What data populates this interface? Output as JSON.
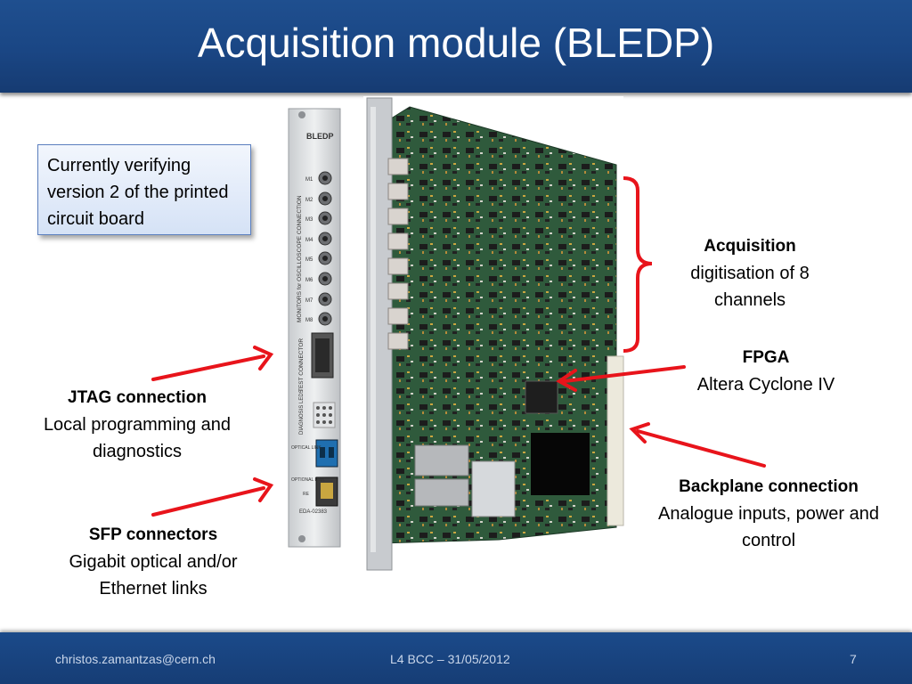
{
  "slide": {
    "title": "Acquisition module (BLEDP)"
  },
  "callout": {
    "text": "Currently verifying version 2 of the printed circuit board"
  },
  "front_panel": {
    "name": "BLEDP",
    "monitor_label": "MONITORS for OSCILLOSCOPE CONNECTION",
    "ports": [
      "M1",
      "M2",
      "M3",
      "M4",
      "M5",
      "M6",
      "M7",
      "M8"
    ],
    "test_label": "TEST CONNECTOR",
    "diag_label": "DIAGNOSIS LEDS",
    "optical_label": "OPTICAL LINK",
    "optional_label": "OPTIONAL LINK",
    "rev_label": "RE",
    "serial": "EDA-02383"
  },
  "annotations": {
    "acquisition": {
      "head": "Acquisition",
      "body": "digitisation of 8 channels"
    },
    "fpga": {
      "head": "FPGA",
      "body": "Altera Cyclone IV"
    },
    "jtag": {
      "head": "JTAG connection",
      "body": "Local programming and diagnostics"
    },
    "backplane": {
      "head": "Backplane connection",
      "body": "Analogue inputs, power and control"
    },
    "sfp": {
      "head": "SFP connectors",
      "body": "Gigabit optical and/or Ethernet links"
    }
  },
  "footer": {
    "email": "christos.zamantzas@cern.ch",
    "event": "L4 BCC – 31/05/2012",
    "page": "7"
  },
  "colors": {
    "title_bar": "#1a4684",
    "arrow": "#e8141b",
    "pcb": "#2f5a3c"
  }
}
